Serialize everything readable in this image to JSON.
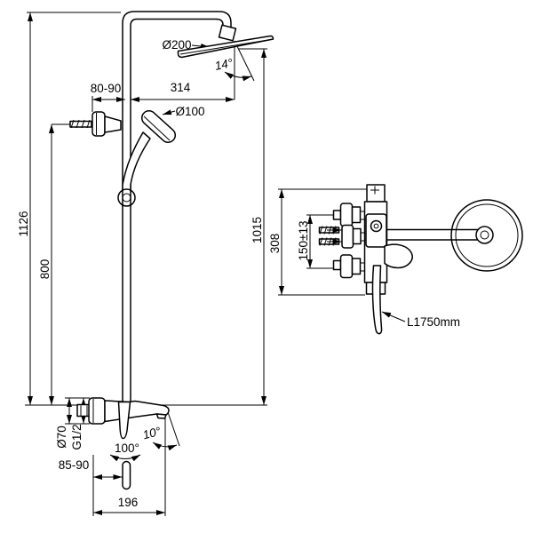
{
  "page": {
    "background": "#ffffff",
    "line_color": "#000000"
  },
  "front_view": {
    "labels": {
      "overhead_diameter": "Ø200",
      "overhead_angle": "14°",
      "wall_clearance_top": "80-90",
      "arm_reach": "314",
      "handshower_diameter": "Ø100",
      "overall_height": "1126",
      "rail_to_mixer_height": "800",
      "overhead_to_mixer_height": "1015",
      "escutcheon_diameter": "Ø70",
      "connection_thread": "G1/2",
      "spout_tilt_angle": "10°",
      "handle_swing_angle": "100°",
      "wall_clearance_bottom": "85-90",
      "spout_reach": "196"
    }
  },
  "top_view": {
    "labels": {
      "assembly_depth": "308",
      "inlet_spacing": "150±13",
      "hose_length": "L1750mm"
    }
  }
}
